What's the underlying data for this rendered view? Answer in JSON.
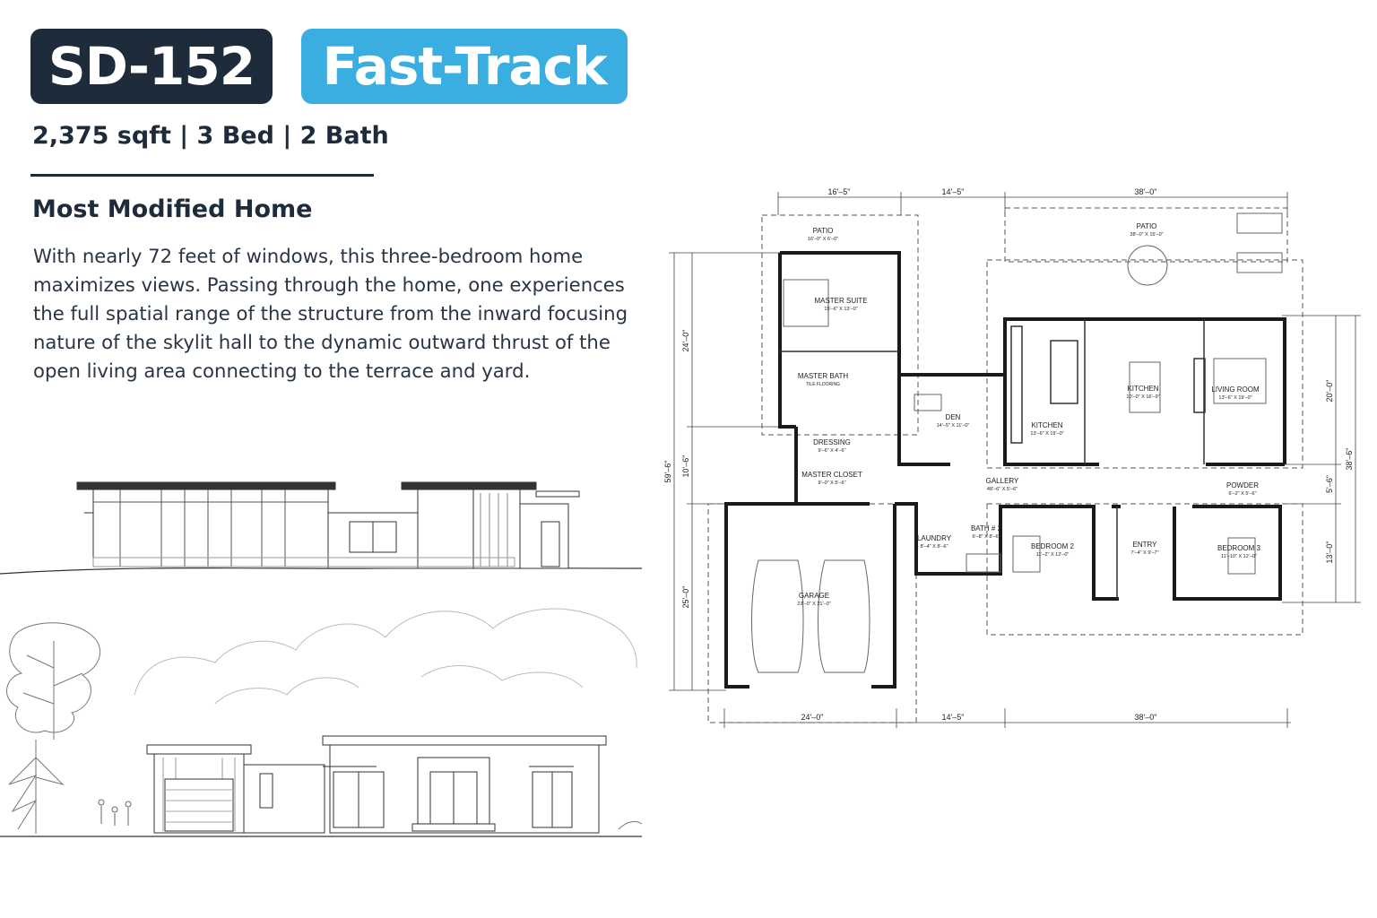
{
  "header": {
    "model_id": "SD-152",
    "program": "Fast-Track",
    "specs": "2,375 sqft | 3 Bed | 2 Bath"
  },
  "section": {
    "title": "Most Modified Home",
    "description": "With nearly 72 feet of windows, this three-bedroom home maximizes views. Passing through the home, one experiences the full spatial range of the structure from the inward focusing nature of the skylit hall to the dynamic outward thrust of the open living area connecting to the terrace and yard."
  },
  "colors": {
    "dark": "#1e2b3b",
    "accent": "#3aaee0"
  },
  "plan": {
    "dims": {
      "top_1": "16'–5\"",
      "top_2": "14'–5\"",
      "top_3": "38'–0\"",
      "bottom_1": "24'–0\"",
      "bottom_2": "14'–5\"",
      "bottom_3": "38'–0\"",
      "left_total": "59'–6\"",
      "left_1": "24'–0\"",
      "left_2": "10'–6\"",
      "left_3": "25'–0\"",
      "right_total": "38'–6\"",
      "right_1": "20'–0\"",
      "right_2": "5'–6\"",
      "right_3": "13'–0\""
    },
    "rooms": {
      "patio_1": {
        "name": "PATIO",
        "size": "16'–0\" X 6'–0\""
      },
      "patio_2": {
        "name": "PATIO",
        "size": "38'–0\" X 15'–0\""
      },
      "master_suite": {
        "name": "MASTER SUITE",
        "size": "15'–6\" X 13'–0\""
      },
      "master_bath": {
        "name": "MASTER BATH",
        "size": "TILE FLOORING"
      },
      "den": {
        "name": "DEN",
        "size": "14'–5\" X 11'–0\""
      },
      "kitchen_a": {
        "name": "KITCHEN",
        "size": "10'–0\" X 16'–9\""
      },
      "kitchen_b": {
        "name": "KITCHEN",
        "size": "13'–6\" X 19'–0\""
      },
      "living": {
        "name": "LIVING ROOM",
        "size": "13'–6\" X 19'–0\""
      },
      "dressing": {
        "name": "DRESSING",
        "size": "9'–6\" X 4'–6\""
      },
      "closet": {
        "name": "MASTER CLOSET",
        "size": "9'–0\" X 5'–6\""
      },
      "gallery": {
        "name": "GALLERY",
        "size": "48'–6\" X 5'–6\""
      },
      "powder": {
        "name": "POWDER",
        "size": "6'–2\" X 5'–6\""
      },
      "laundry": {
        "name": "LAUNDRY",
        "size": "8'–4\" X 8'–6\""
      },
      "bath2": {
        "name": "BATH # 2",
        "size": "6'–8\" X 8'–6\""
      },
      "bed2": {
        "name": "BEDROOM 2",
        "size": "11'–2\" X 12'–0\""
      },
      "entry": {
        "name": "ENTRY",
        "size": "7'–4\" X 9'–7\""
      },
      "bed3": {
        "name": "BEDROOM 3",
        "size": "11'–10\" X 12'–0\""
      },
      "garage": {
        "name": "GARAGE",
        "size": "23'–0\" X 21'–0\""
      }
    }
  }
}
